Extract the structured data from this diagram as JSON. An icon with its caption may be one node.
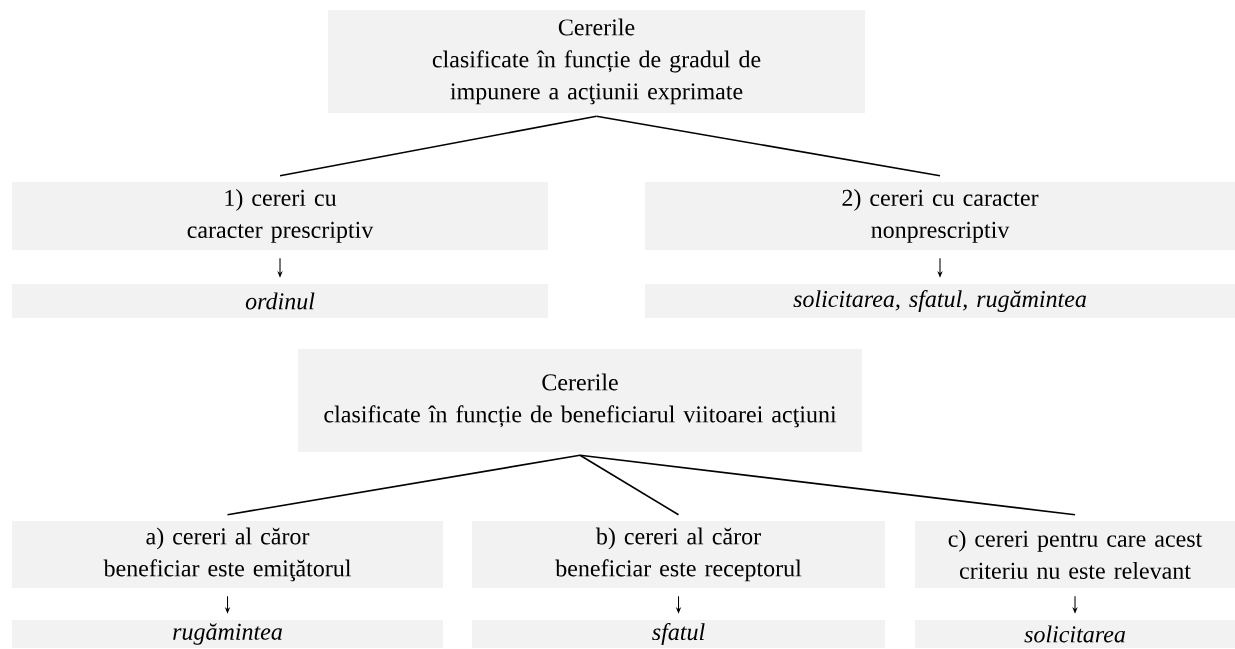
{
  "diagram": {
    "nodes": [
      {
        "text": [
          "Cererile",
          "clasificate în funcție de gradul de impunere a acţiunii exprimate"
        ]
      },
      {
        "text": [
          "1) cereri cu caracter prescriptiv"
        ]
      },
      {
        "text": [
          "ordinul"
        ]
      },
      {
        "text": [
          "2) cereri cu caracter nonprescriptiv"
        ]
      },
      {
        "text": [
          "solicitarea, sfatul, rugămintea"
        ]
      },
      {
        "text": [
          "Cererile",
          "clasificate în funcție de beneficiarul viitoarei acţiuni"
        ]
      },
      {
        "text": [
          "a) cereri al căror beneficiar este emiţătorul"
        ]
      },
      {
        "text": [
          "rugămintea"
        ]
      },
      {
        "text": [
          "b) cereri al căror beneficiar este receptorul"
        ]
      },
      {
        "text": [
          "sfatul"
        ]
      },
      {
        "text": [
          "c) cereri pentru care acest criteriu nu este relevant"
        ]
      },
      {
        "text": [
          "solicitarea"
        ]
      }
    ],
    "edges": [
      {
        "from": 0,
        "to": 1,
        "arrow": "none"
      },
      {
        "from": 0,
        "to": 3,
        "arrow": "none"
      },
      {
        "from": 1,
        "to": 2,
        "arrow": "to"
      },
      {
        "from": 3,
        "to": 4,
        "arrow": "to"
      },
      {
        "from": 5,
        "to": 6,
        "arrow": "none"
      },
      {
        "from": 5,
        "to": 8,
        "arrow": "none"
      },
      {
        "from": 5,
        "to": 10,
        "arrow": "none"
      },
      {
        "from": 6,
        "to": 7,
        "arrow": "to"
      },
      {
        "from": 8,
        "to": 9,
        "arrow": "to"
      },
      {
        "from": 10,
        "to": 11,
        "arrow": "to"
      }
    ]
  }
}
